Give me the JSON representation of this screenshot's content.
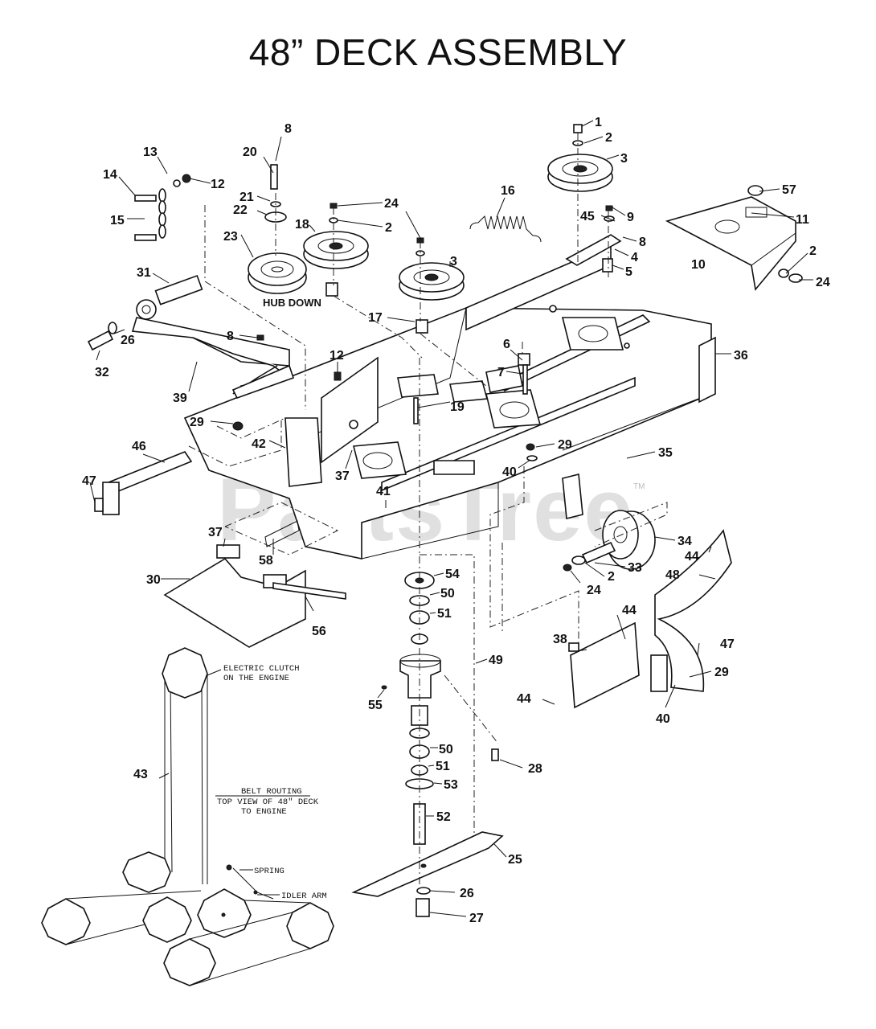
{
  "title": "48” DECK ASSEMBLY",
  "watermark": "PartsTree",
  "trademark": "TM",
  "labels": {
    "hub_down": "HUB DOWN",
    "electric_clutch_1": "ELECTRIC CLUTCH",
    "electric_clutch_2": "ON THE ENGINE",
    "belt_routing": "BELT ROUTING",
    "top_view_1": "TOP VIEW OF 48\" DECK",
    "top_view_2": "TO ENGINE",
    "spring": "SPRING",
    "idler_arm": "IDLER ARM"
  },
  "callouts": [
    {
      "id": "c1",
      "text": "1"
    },
    {
      "id": "c2a",
      "text": "2"
    },
    {
      "id": "c3a",
      "text": "3"
    },
    {
      "id": "c57",
      "text": "57"
    },
    {
      "id": "c11",
      "text": "11"
    },
    {
      "id": "c9",
      "text": "9"
    },
    {
      "id": "c45",
      "text": "45"
    },
    {
      "id": "c8a",
      "text": "8"
    },
    {
      "id": "c4",
      "text": "4"
    },
    {
      "id": "c5",
      "text": "5"
    },
    {
      "id": "c10",
      "text": "10"
    },
    {
      "id": "c2b",
      "text": "2"
    },
    {
      "id": "c24a",
      "text": "24"
    },
    {
      "id": "c16",
      "text": "16"
    },
    {
      "id": "c24b",
      "text": "24"
    },
    {
      "id": "c2c",
      "text": "2"
    },
    {
      "id": "c3b",
      "text": "3"
    },
    {
      "id": "c18",
      "text": "18"
    },
    {
      "id": "c8b",
      "text": "8"
    },
    {
      "id": "c20",
      "text": "20"
    },
    {
      "id": "c21",
      "text": "21"
    },
    {
      "id": "c22",
      "text": "22"
    },
    {
      "id": "c23",
      "text": "23"
    },
    {
      "id": "c13",
      "text": "13"
    },
    {
      "id": "c14",
      "text": "14"
    },
    {
      "id": "c12a",
      "text": "12"
    },
    {
      "id": "c15",
      "text": "15"
    },
    {
      "id": "c31",
      "text": "31"
    },
    {
      "id": "c17",
      "text": "17"
    },
    {
      "id": "c8c",
      "text": "8"
    },
    {
      "id": "c32",
      "text": "32"
    },
    {
      "id": "c26a",
      "text": "26"
    },
    {
      "id": "c39",
      "text": "39"
    },
    {
      "id": "c12b",
      "text": "12"
    },
    {
      "id": "c6",
      "text": "6"
    },
    {
      "id": "c7",
      "text": "7"
    },
    {
      "id": "c19",
      "text": "19"
    },
    {
      "id": "c36",
      "text": "36"
    },
    {
      "id": "c29a",
      "text": "29"
    },
    {
      "id": "c42",
      "text": "42"
    },
    {
      "id": "c29b",
      "text": "29"
    },
    {
      "id": "c37a",
      "text": "37"
    },
    {
      "id": "c40a",
      "text": "40"
    },
    {
      "id": "c35",
      "text": "35"
    },
    {
      "id": "c46",
      "text": "46"
    },
    {
      "id": "c47a",
      "text": "47"
    },
    {
      "id": "c41",
      "text": "41"
    },
    {
      "id": "c34",
      "text": "34"
    },
    {
      "id": "c37b",
      "text": "37"
    },
    {
      "id": "c44a",
      "text": "44"
    },
    {
      "id": "c58",
      "text": "58"
    },
    {
      "id": "c33",
      "text": "33"
    },
    {
      "id": "c48",
      "text": "48"
    },
    {
      "id": "c2d",
      "text": "2"
    },
    {
      "id": "c24c",
      "text": "24"
    },
    {
      "id": "c30",
      "text": "30"
    },
    {
      "id": "c54",
      "text": "54"
    },
    {
      "id": "c50a",
      "text": "50"
    },
    {
      "id": "c51a",
      "text": "51"
    },
    {
      "id": "c56",
      "text": "56"
    },
    {
      "id": "c44b",
      "text": "44"
    },
    {
      "id": "c38",
      "text": "38"
    },
    {
      "id": "c47b",
      "text": "47"
    },
    {
      "id": "c49",
      "text": "49"
    },
    {
      "id": "c29c",
      "text": "29"
    },
    {
      "id": "c55",
      "text": "55"
    },
    {
      "id": "c44c",
      "text": "44"
    },
    {
      "id": "c40b",
      "text": "40"
    },
    {
      "id": "c43",
      "text": "43"
    },
    {
      "id": "c50b",
      "text": "50"
    },
    {
      "id": "c28",
      "text": "28"
    },
    {
      "id": "c51b",
      "text": "51"
    },
    {
      "id": "c53",
      "text": "53"
    },
    {
      "id": "c52",
      "text": "52"
    },
    {
      "id": "c25",
      "text": "25"
    },
    {
      "id": "c26b",
      "text": "26"
    },
    {
      "id": "c27",
      "text": "27"
    }
  ]
}
